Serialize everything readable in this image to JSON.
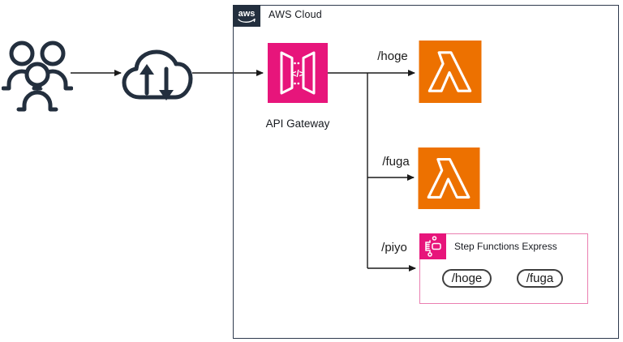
{
  "aws_cloud": {
    "logo_text": "aws",
    "label": "AWS Cloud"
  },
  "api_gateway": {
    "label": "API Gateway",
    "glyph": "</>",
    "icon": "api-gateway-icon",
    "color": "#E7157B"
  },
  "routes": [
    {
      "path": "/hoge",
      "target_icon": "lambda-icon"
    },
    {
      "path": "/fuga",
      "target_icon": "lambda-icon"
    },
    {
      "path": "/piyo",
      "target_icon": "step-functions-icon"
    }
  ],
  "lambda": {
    "icon": "lambda-icon",
    "color": "#ED7100"
  },
  "step_functions": {
    "label": "Step Functions Express",
    "icon": "step-functions-icon",
    "color": "#E7157B",
    "border_color": "#EA7FB1",
    "states": [
      {
        "name": "/hoge"
      },
      {
        "name": "/fuga"
      }
    ]
  },
  "actors": {
    "users_icon": "users-icon",
    "internet_icon": "cloud-up-down-icon"
  },
  "colors": {
    "dark_navy": "#232F3E",
    "pink": "#E7157B",
    "orange": "#ED7100",
    "line": "#1A1A1A"
  }
}
